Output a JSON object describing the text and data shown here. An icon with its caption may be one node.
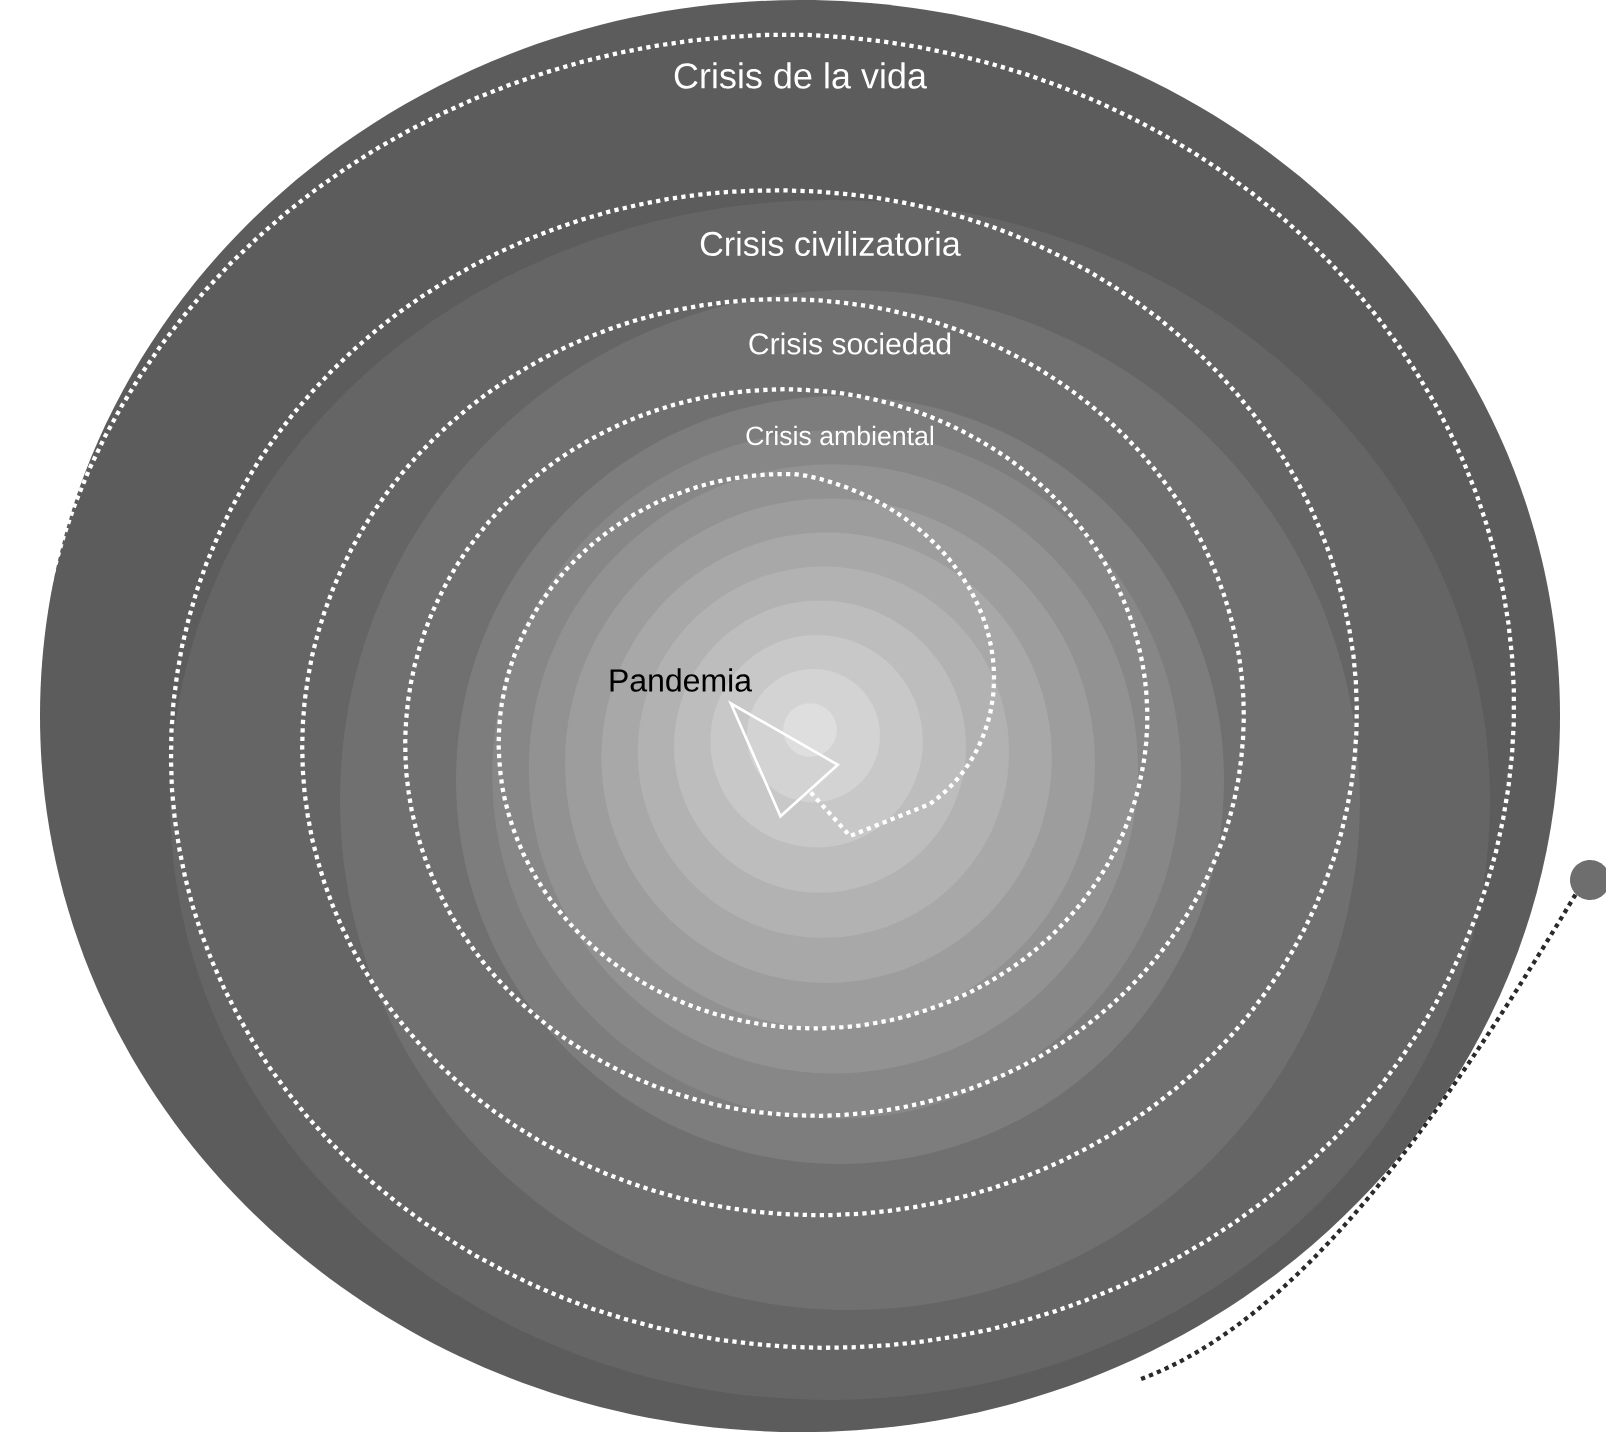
{
  "diagram": {
    "nodes": [
      {
        "text": [
          "Crisis de la vida"
        ]
      },
      {
        "text": [
          "Crisis civilizatoria"
        ],
        "in": 0
      },
      {
        "text": [
          "Crisis sociedad"
        ],
        "in": 1
      },
      {
        "text": [
          "Crisis ambiental"
        ],
        "in": 2
      },
      {
        "text": [
          "Pandemia"
        ],
        "in": 3
      },
      {
        "text": [],
        "shape": "circle"
      }
    ],
    "edges": [
      {
        "from": 5,
        "to": 4,
        "arrow": "to",
        "style": "dashed"
      }
    ]
  }
}
